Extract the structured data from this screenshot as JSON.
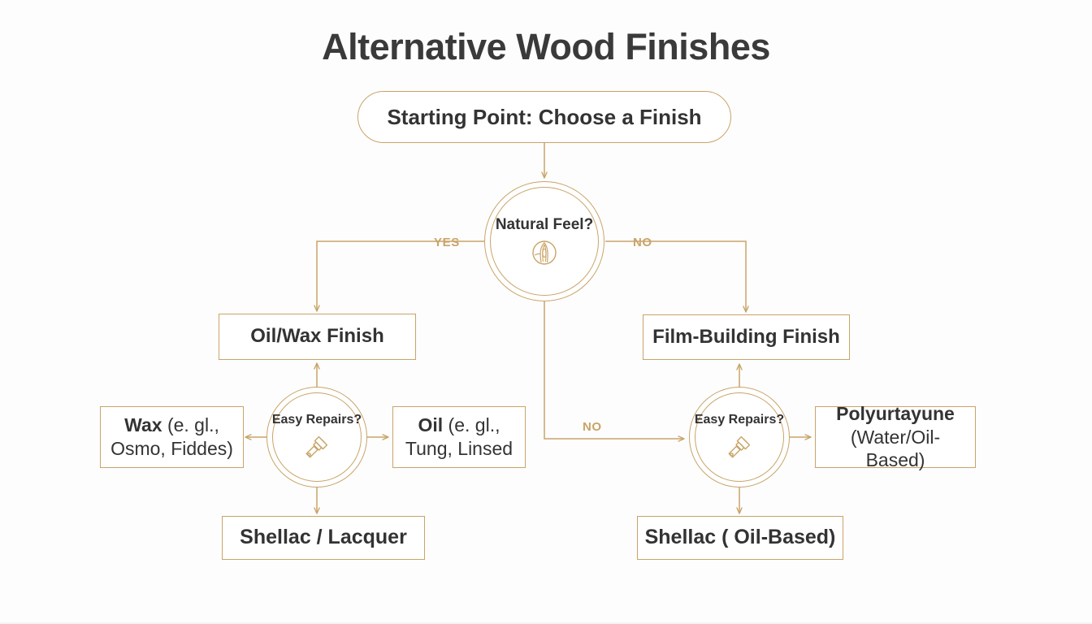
{
  "page": {
    "title": "Alternative Wood Finishes",
    "background": "#fdfdfe",
    "accent": "#c9a468",
    "text_color": "#333333"
  },
  "diagram": {
    "start": {
      "label": "Starting Point: Choose a Finish"
    },
    "root_decision": {
      "label": "Natural Feel?",
      "icon": "wood-grain-icon",
      "yes_label": "YES",
      "no_label": "NO"
    },
    "branches": [
      {
        "side": "yes",
        "head": "Oil/Wax Finish",
        "decision": {
          "label": "Easy Repairs?",
          "icon": "paintbrush-icon"
        },
        "left": {
          "bold": "Wax",
          "rest": " (e. gl.,",
          "line2": "Osmo, Fiddes)"
        },
        "right": {
          "bold": "Oil",
          "rest": " (e. gl.,",
          "line2": "Tung, Linsed"
        },
        "bottom": "Shellac / Lacquer"
      },
      {
        "side": "no",
        "head": "Film-Building Finish",
        "edge_label": "NO",
        "decision": {
          "label": "Easy Repairs?",
          "icon": "paintbrush-icon"
        },
        "right": {
          "bold": "Polyurtayune",
          "rest": "",
          "line2": "(Water/Oil-Based)"
        },
        "bottom": "Shellac ( Oil-Based)"
      }
    ]
  }
}
